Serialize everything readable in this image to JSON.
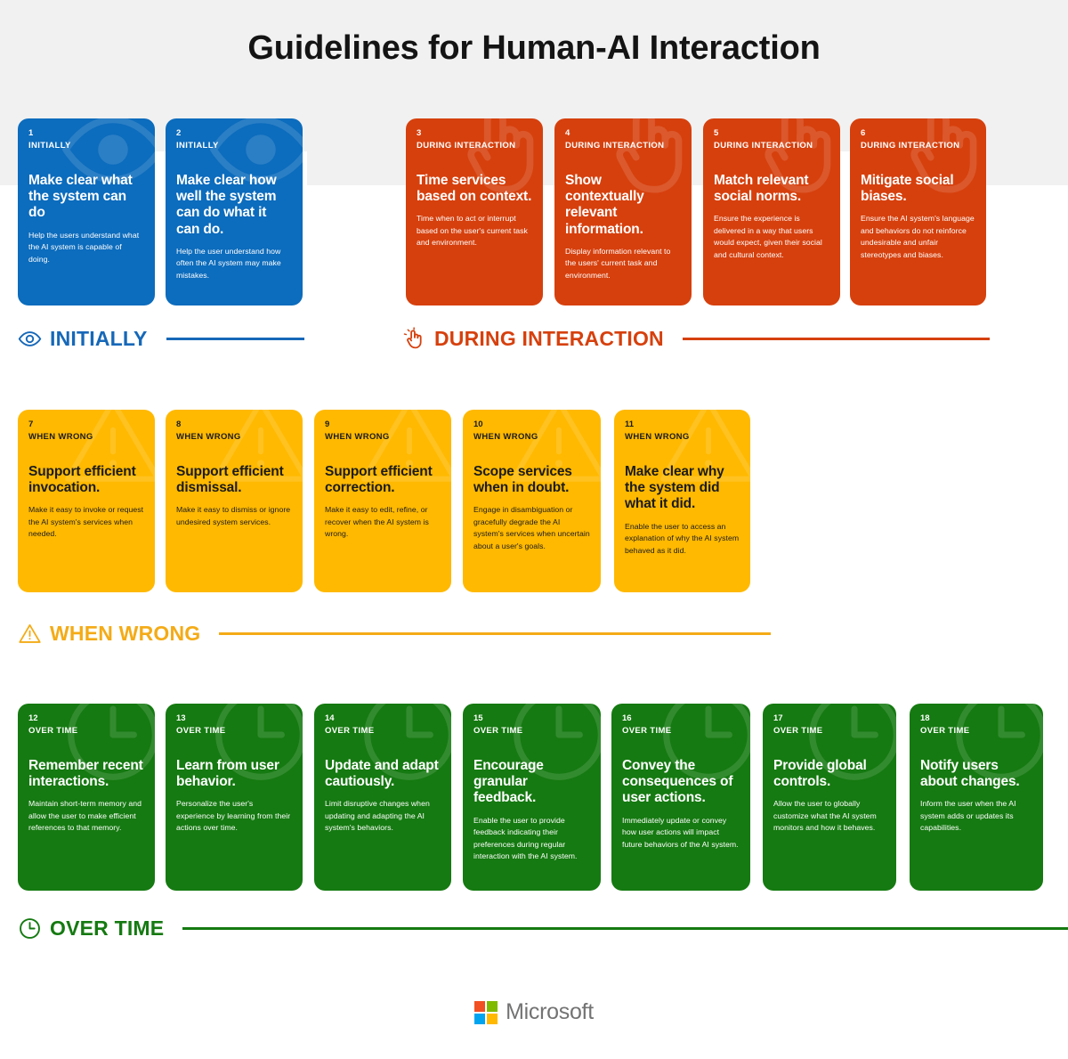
{
  "header": {
    "title": "Guidelines for Human-AI Interaction"
  },
  "colors": {
    "initially": "#0c6cbd",
    "during_interaction": "#d6400d",
    "when_wrong": "#ffb900",
    "over_time": "#157a11",
    "label_initially": "#1668b8",
    "label_when_wrong": "#f4ab16",
    "header_band": "#f1f1f1",
    "page_background": "#ffffff"
  },
  "sections": [
    {
      "id": "initially",
      "label": "INITIALLY",
      "icon": "eye-icon",
      "cards": [
        {
          "number": "1",
          "phase": "INITIALLY",
          "title": "Make clear what the system can do",
          "desc": "Help the users understand what the AI system is capable of doing."
        },
        {
          "number": "2",
          "phase": "INITIALLY",
          "title": "Make clear how well the system can do what it can do.",
          "desc": "Help the user understand how often the AI system may make mistakes."
        }
      ]
    },
    {
      "id": "during-interaction",
      "label": "DURING INTERACTION",
      "icon": "tap-hand-icon",
      "cards": [
        {
          "number": "3",
          "phase": "DURING INTERACTION",
          "title": "Time services based on context.",
          "desc": "Time when to act or interrupt based on the user's current task and environment."
        },
        {
          "number": "4",
          "phase": "DURING INTERACTION",
          "title": "Show contextually relevant information.",
          "desc": "Display information relevant to the users' current task and environment."
        },
        {
          "number": "5",
          "phase": "DURING INTERACTION",
          "title": "Match relevant social norms.",
          "desc": "Ensure the experience is delivered in a way that users would expect, given their social and cultural context."
        },
        {
          "number": "6",
          "phase": "DURING INTERACTION",
          "title": "Mitigate social biases.",
          "desc": "Ensure the AI system's language and behaviors do not reinforce undesirable and unfair stereotypes and biases."
        }
      ]
    },
    {
      "id": "when-wrong",
      "label": "WHEN WRONG",
      "icon": "warning-triangle-icon",
      "cards": [
        {
          "number": "7",
          "phase": "WHEN WRONG",
          "title": "Support efficient invocation.",
          "desc": "Make it easy to invoke or request the AI system's services when needed."
        },
        {
          "number": "8",
          "phase": "WHEN WRONG",
          "title": "Support efficient dismissal.",
          "desc": "Make it easy to dismiss or ignore undesired system services."
        },
        {
          "number": "9",
          "phase": "WHEN WRONG",
          "title": "Support efficient correction.",
          "desc": "Make it easy to edit, refine, or recover when the AI system is wrong."
        },
        {
          "number": "10",
          "phase": "WHEN WRONG",
          "title": "Scope services when in doubt.",
          "desc": "Engage in disambiguation or gracefully degrade the AI system's services when uncertain about a user's goals."
        },
        {
          "number": "11",
          "phase": "WHEN WRONG",
          "title": "Make clear why the system did what it did.",
          "desc": "Enable the user to access an explanation of why the AI system behaved as it did."
        }
      ]
    },
    {
      "id": "over-time",
      "label": "OVER TIME",
      "icon": "clock-icon",
      "cards": [
        {
          "number": "12",
          "phase": "OVER TIME",
          "title": "Remember recent interactions.",
          "desc": "Maintain short-term memory and allow the user to make efficient references to that memory."
        },
        {
          "number": "13",
          "phase": "OVER TIME",
          "title": "Learn from user behavior.",
          "desc": "Personalize the user's experience by learning from their actions over time."
        },
        {
          "number": "14",
          "phase": "OVER TIME",
          "title": "Update and adapt cautiously.",
          "desc": "Limit disruptive changes when updating and adapting the AI system's behaviors."
        },
        {
          "number": "15",
          "phase": "OVER TIME",
          "title": "Encourage granular feedback.",
          "desc": "Enable the user to provide feedback indicating their preferences during regular interaction with the AI system."
        },
        {
          "number": "16",
          "phase": "OVER TIME",
          "title": "Convey the consequences of user actions.",
          "desc": "Immediately update or convey how user actions will impact future behaviors of the AI system."
        },
        {
          "number": "17",
          "phase": "OVER TIME",
          "title": "Provide global controls.",
          "desc": "Allow the user to globally customize what the AI system monitors and how it behaves."
        },
        {
          "number": "18",
          "phase": "OVER TIME",
          "title": "Notify users about changes.",
          "desc": "Inform the user when the AI system adds or updates its capabilities."
        }
      ]
    }
  ],
  "footer": {
    "brand": "Microsoft",
    "logo_colors": [
      "#f25022",
      "#7fba00",
      "#00a4ef",
      "#ffb900"
    ]
  }
}
